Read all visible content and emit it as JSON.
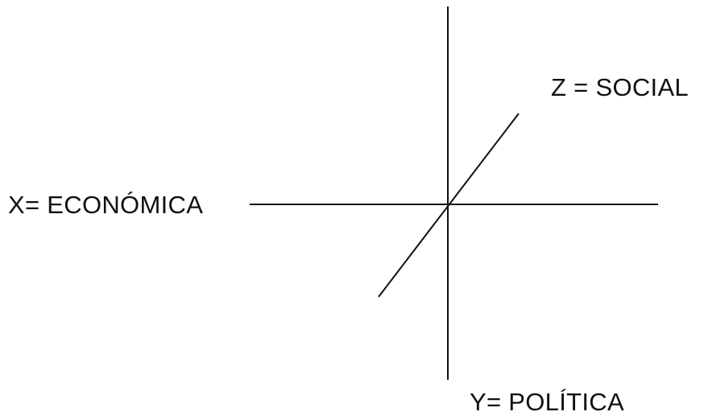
{
  "diagram": {
    "axes": {
      "x": {
        "label": "X= ECONÓMICA"
      },
      "y": {
        "label": "Y= POLÍTICA"
      },
      "z": {
        "label": "Z = SOCIAL"
      }
    }
  }
}
